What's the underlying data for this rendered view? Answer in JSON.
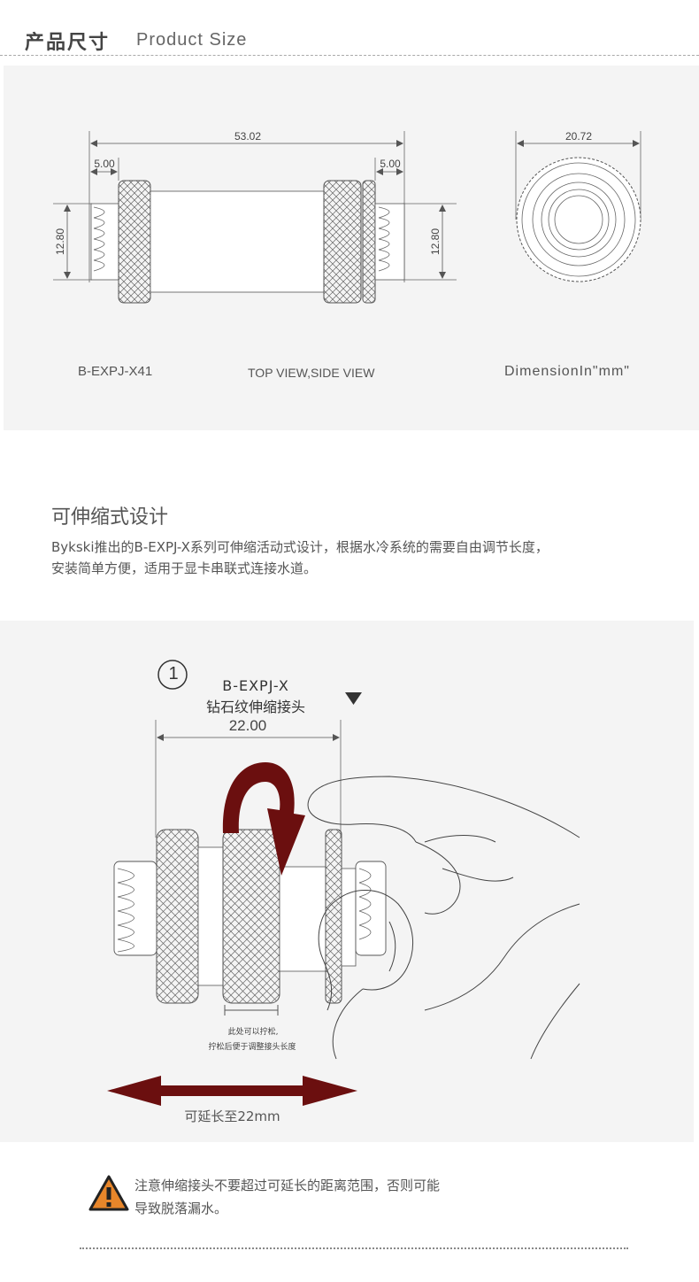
{
  "header": {
    "title_cn": "产品尺寸",
    "title_en": "Product Size"
  },
  "dimensions": {
    "overall_length": "53.02",
    "left_thread": "5.00",
    "right_thread": "5.00",
    "left_diameter": "12.80",
    "right_diameter": "12.80",
    "outer_diameter": "20.72"
  },
  "captions": {
    "model": "B-EXPJ-X41",
    "view": "TOP VIEW,SIDE VIEW",
    "unit": "DimensionIn\"mm\""
  },
  "feature": {
    "title": "可伸缩式设计",
    "desc_line1": "Bykski推出的B-EXPJ-X系列可伸缩活动式设计，根据水冷系统的需要自由调节长度，",
    "desc_line2": "安装简单方便，适用于显卡串联式连接水道。"
  },
  "illustration": {
    "step": "1",
    "model": "B-EXPJ-X",
    "name": "钻石纹伸缩接头",
    "length": "22.00",
    "note_line1": "此处可以拧松,",
    "note_line2": "拧松后便于调整接头长度",
    "extend": "可延长至22mm",
    "arrow_color": "#6b0f0f"
  },
  "warning": {
    "line1": "注意伸缩接头不要超过可延长的距离范围，否则可能",
    "line2": "导致脱落漏水。",
    "icon_color": "#e8862a"
  }
}
